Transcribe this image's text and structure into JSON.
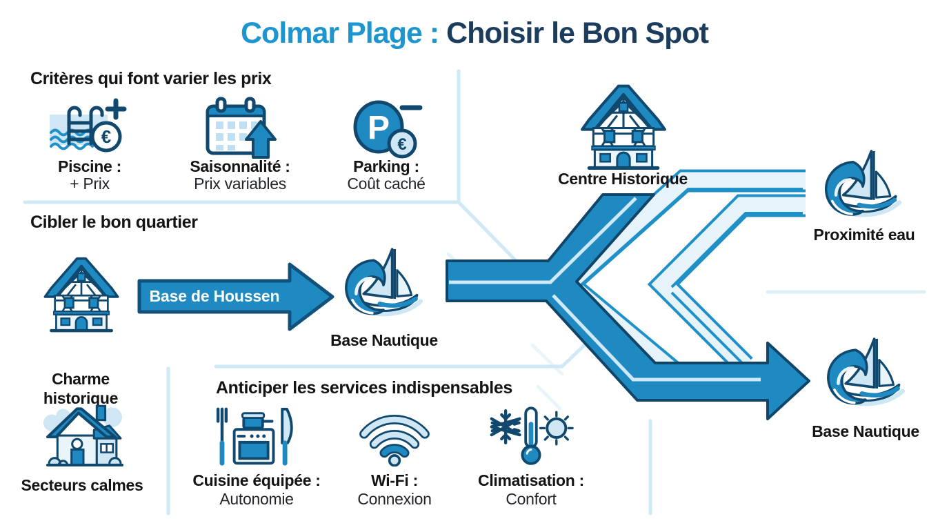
{
  "title": {
    "part1": "Colmar Plage : ",
    "part2": "Choisir le Bon Spot"
  },
  "sections": {
    "criteria": {
      "heading": "Critères qui font varier les prix",
      "items": [
        {
          "icon": "pool-euro-icon",
          "label": "Piscine :",
          "sub": "+ Prix"
        },
        {
          "icon": "calendar-trend-icon",
          "label": "Saisonnalité :",
          "sub": "Prix variables"
        },
        {
          "icon": "parking-cost-icon",
          "label": "Parking :",
          "sub": "Coût caché"
        }
      ]
    },
    "district": {
      "heading": "Cibler le bon quartier",
      "charm_line1": "Charme",
      "charm_line2": "historique",
      "arrow_label": "Base de Houssen",
      "base_nautique_label": "Base Nautique",
      "calm_label": "Secteurs calmes"
    },
    "services": {
      "heading": "Anticiper les services indispensables",
      "items": [
        {
          "icon": "kitchen-icon",
          "label": "Cuisine équipée :",
          "sub": "Autonomie"
        },
        {
          "icon": "wifi-icon",
          "label": "Wi-Fi :",
          "sub": "Connexion"
        },
        {
          "icon": "climate-icon",
          "label": "Climatisation :",
          "sub": "Confort"
        }
      ]
    },
    "flow": {
      "center_historique_label": "Centre Historique",
      "proximite_eau_label": "Proximité eau",
      "base_nautique_label": "Base Nautique"
    }
  },
  "palette": {
    "accent_blue": "#1f8ac2",
    "navy_outline": "#11486e",
    "pale_band": "#e6f3fa",
    "light_fill": "#cfe7f4",
    "divider_line": "#cfe9f5",
    "title_blue": "#1d95cf",
    "title_navy": "#1b3c5c",
    "text_black": "#141414",
    "white": "#ffffff"
  }
}
